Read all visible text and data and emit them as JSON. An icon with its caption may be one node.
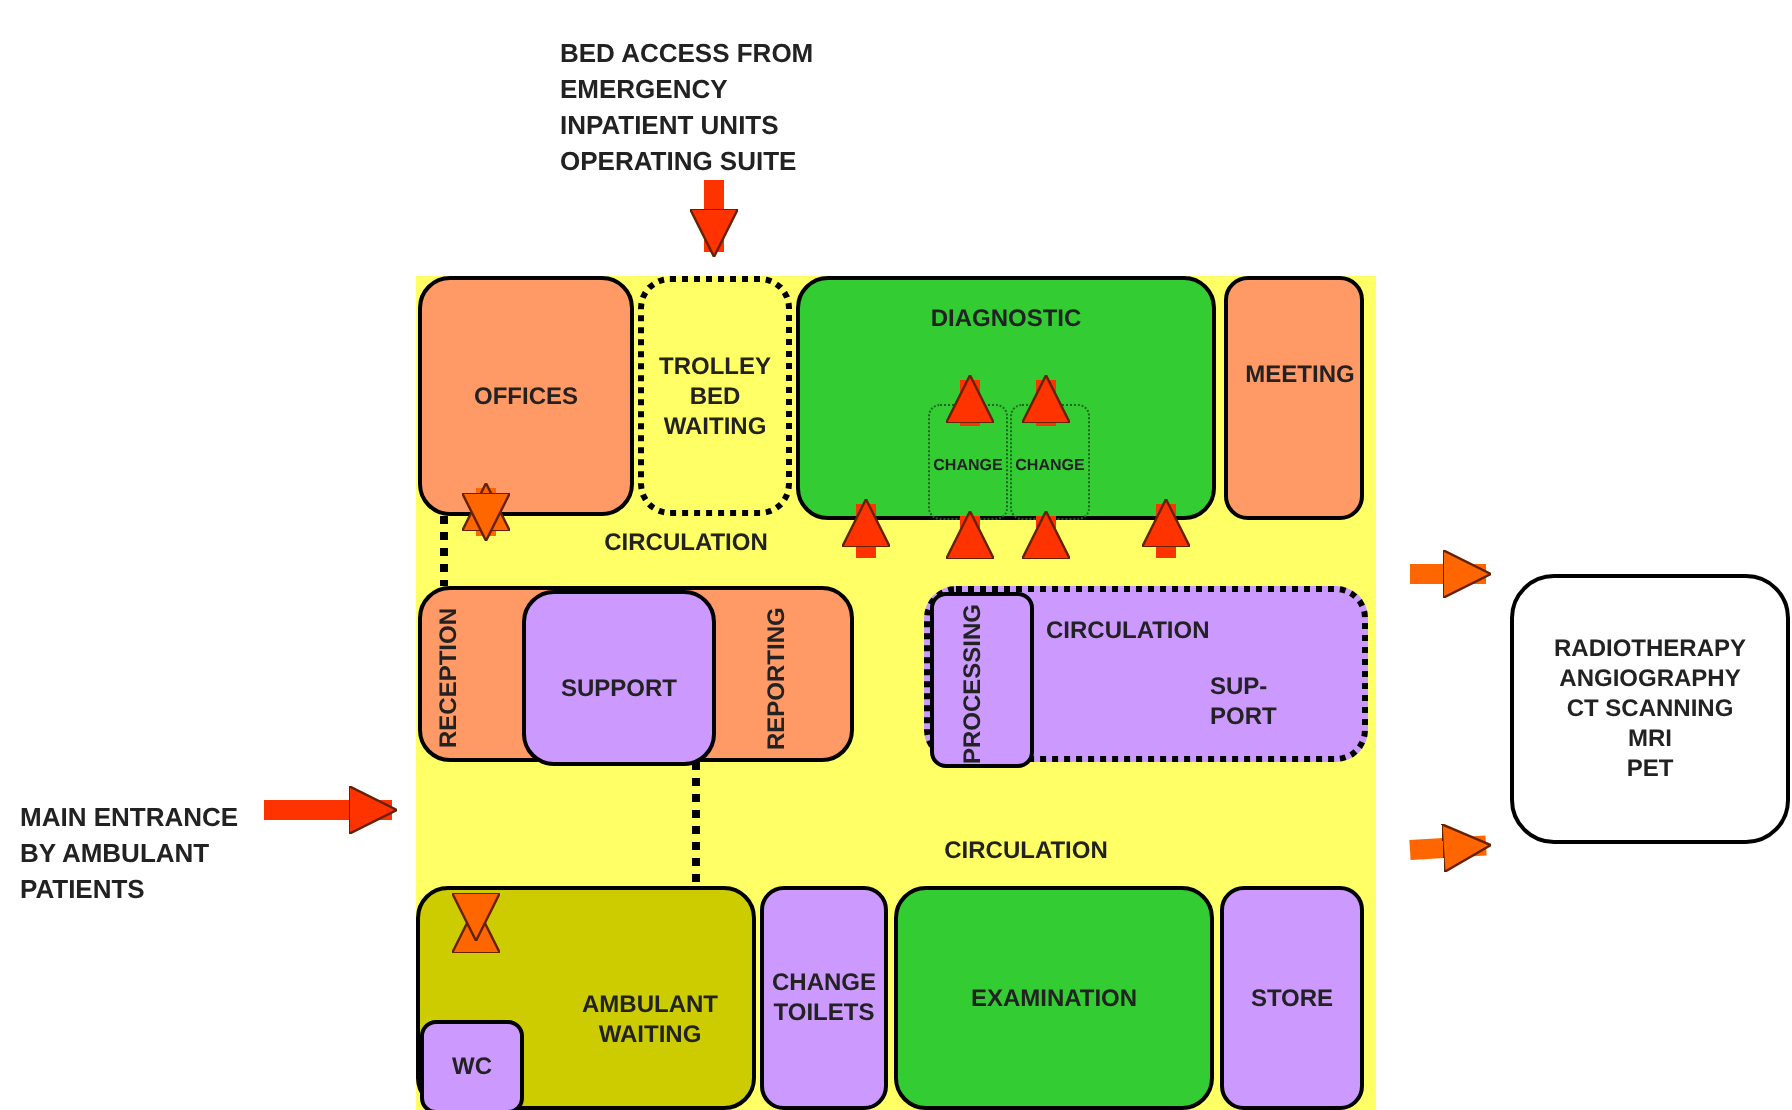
{
  "diagram": {
    "nodes": [
      {
        "text": [
          "CIRCULATION",
          "CIRCULATION"
        ]
      },
      {
        "text": [
          "OFFICES"
        ],
        "in": 0
      },
      {
        "text": [
          "TROLLEY BED WAITING"
        ],
        "in": 0
      },
      {
        "text": [
          "DIAGNOSTIC"
        ],
        "in": 0
      },
      {
        "text": [
          "CHANGE"
        ],
        "in": 3
      },
      {
        "text": [
          "CHANGE"
        ],
        "in": 3
      },
      {
        "text": [
          "MEETING"
        ],
        "in": 0
      },
      {
        "text": [
          "RECEPTION",
          "REPORTING"
        ],
        "in": 0
      },
      {
        "text": [
          "SUPPORT"
        ],
        "in": 7
      },
      {
        "text": [
          "CIRCULATION",
          "SUP- PORT"
        ],
        "in": 0
      },
      {
        "text": [
          "PROCESSING"
        ],
        "in": 9
      },
      {
        "text": [
          "AMBULANT WAITING"
        ],
        "in": 0
      },
      {
        "text": [
          "WC"
        ],
        "in": 11
      },
      {
        "text": [
          "CHANGE TOILETS"
        ],
        "in": 0
      },
      {
        "text": [
          "EXAMINATION"
        ],
        "in": 0
      },
      {
        "text": [
          "STORE"
        ],
        "in": 0
      },
      {
        "text": [
          "BED ACCESS FROM EMERGENCY INPATIENT UNITS OPERATING SUITE"
        ]
      },
      {
        "text": [
          "MAIN ENTRANCE BY AMBULANT PATIENTS"
        ]
      },
      {
        "text": [
          "RADIOTHERAPY",
          "ANGIOGRAPHY",
          "CT SCANNING",
          "MRI",
          "PET"
        ]
      }
    ],
    "edges": [
      {
        "from": 16,
        "to": 2,
        "arrow": "to"
      },
      {
        "from": 17,
        "to": 0,
        "arrow": "to"
      },
      {
        "from": 1,
        "to": 0,
        "arrow": "both",
        "color": "#ff6600"
      },
      {
        "from": 11,
        "to": 0,
        "arrow": "both",
        "color": "#ff6600"
      },
      {
        "from": 1,
        "to": 7,
        "arrow": "none",
        "style": "dashed",
        "color": "#000000"
      },
      {
        "from": 8,
        "to": 11,
        "arrow": "none",
        "style": "dashed",
        "color": "#000000"
      },
      {
        "from": null,
        "to": 3,
        "arrow": "to"
      },
      {
        "from": null,
        "to": 4,
        "arrow": "to"
      },
      {
        "from": null,
        "to": 5,
        "arrow": "to"
      },
      {
        "from": null,
        "to": 3,
        "arrow": "to"
      },
      {
        "from": 4,
        "to": 3,
        "arrow": "to"
      },
      {
        "from": 5,
        "to": 3,
        "arrow": "to"
      },
      {
        "from": null,
        "to": 18,
        "arrow": "to",
        "color": "#ff6600"
      },
      {
        "from": null,
        "to": 18,
        "arrow": "to",
        "color": "#ff6600"
      }
    ]
  }
}
